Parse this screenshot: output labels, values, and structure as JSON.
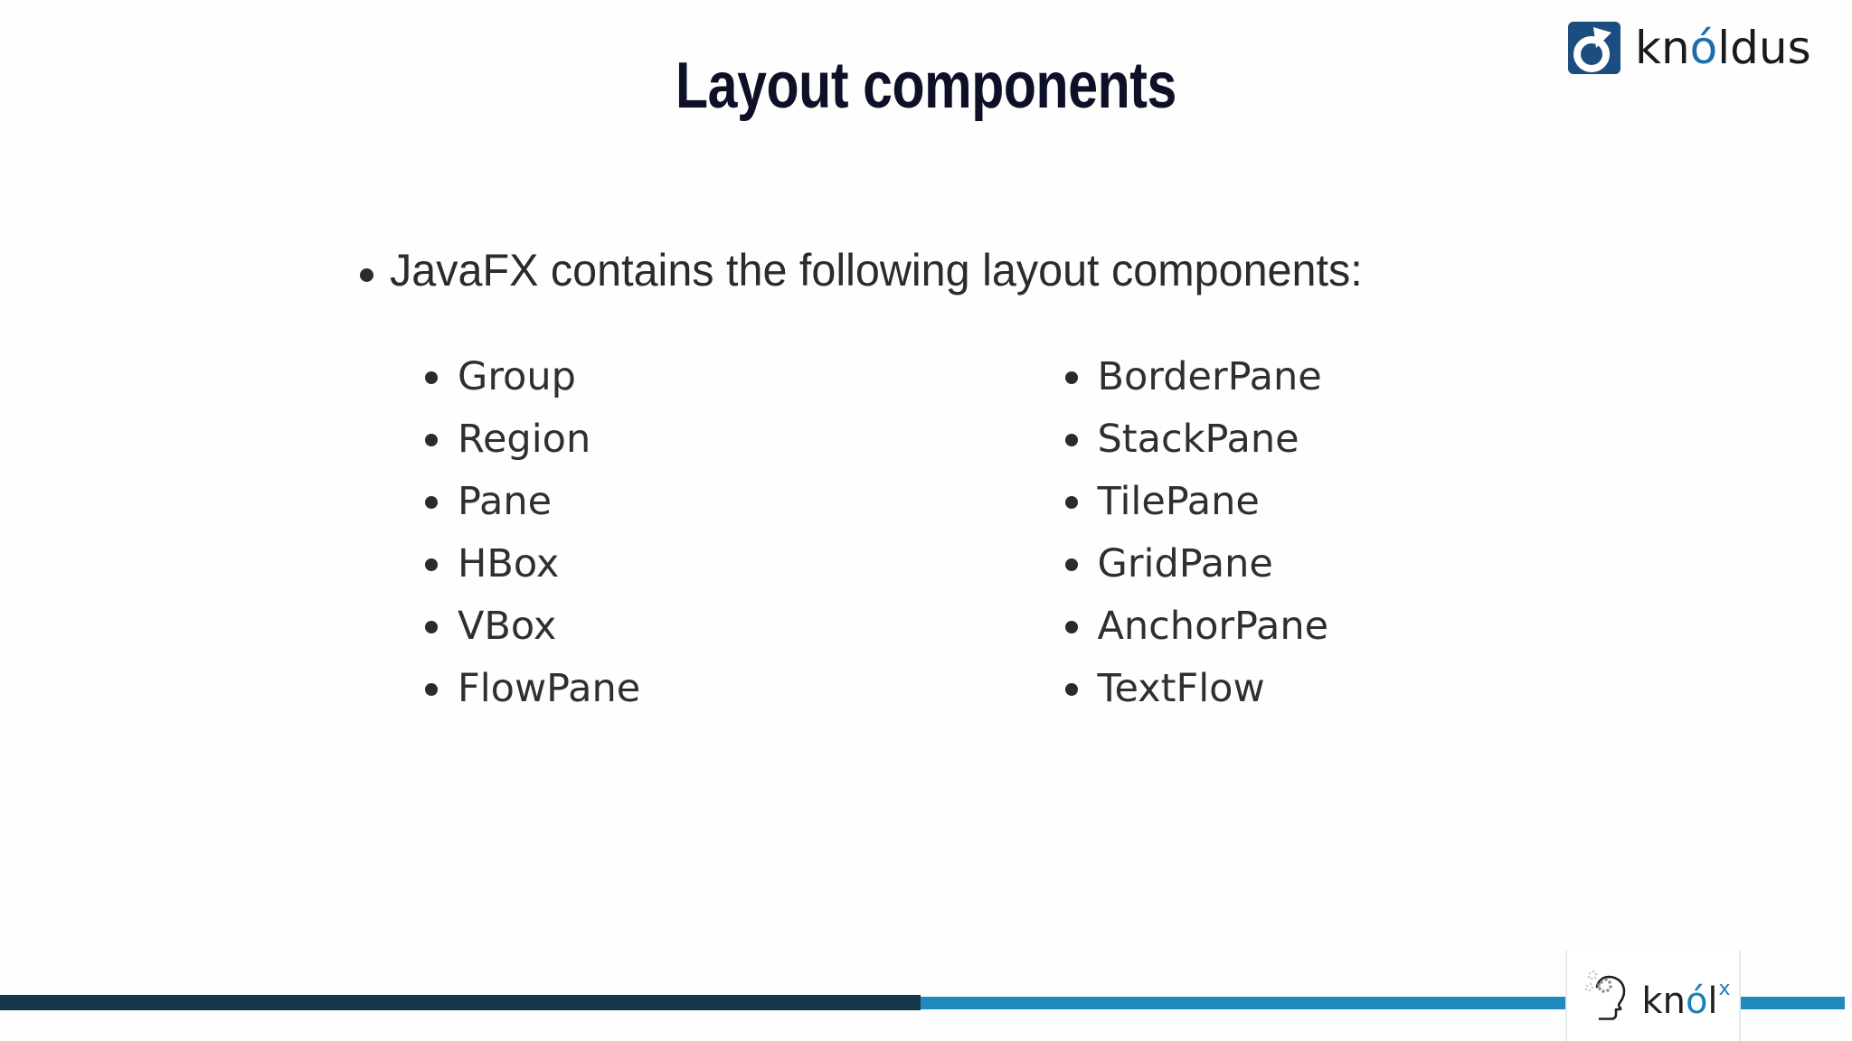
{
  "slide": {
    "title": "Layout components",
    "background_color": "#fefefe",
    "title_color": "#0d1026"
  },
  "brand": {
    "logo_name": "knoldus-logo",
    "wordmark_part1": "kn",
    "wordmark_accent": "ó",
    "wordmark_part2": "ldus",
    "mark_color": "#1b4d80",
    "accent_color": "#1b6fae"
  },
  "body": {
    "lead_bullet": "JavaFX contains the following layout components:",
    "columns": [
      {
        "name": "left-column",
        "items": [
          "Group",
          "Region",
          "Pane",
          "HBox",
          "VBox",
          "FlowPane"
        ]
      },
      {
        "name": "right-column",
        "items": [
          "BorderPane",
          "StackPane",
          "TilePane",
          "GridPane",
          "AnchorPane",
          "TextFlow"
        ]
      }
    ]
  },
  "footer": {
    "bar_dark_color": "#16384a",
    "bar_blue_color": "#2089bf",
    "knolx": {
      "logo_name": "knolx-logo",
      "word_part1": "kn",
      "word_accent": "ó",
      "word_part2": "l",
      "superscript": "x",
      "accent_color": "#1b7fba"
    }
  }
}
